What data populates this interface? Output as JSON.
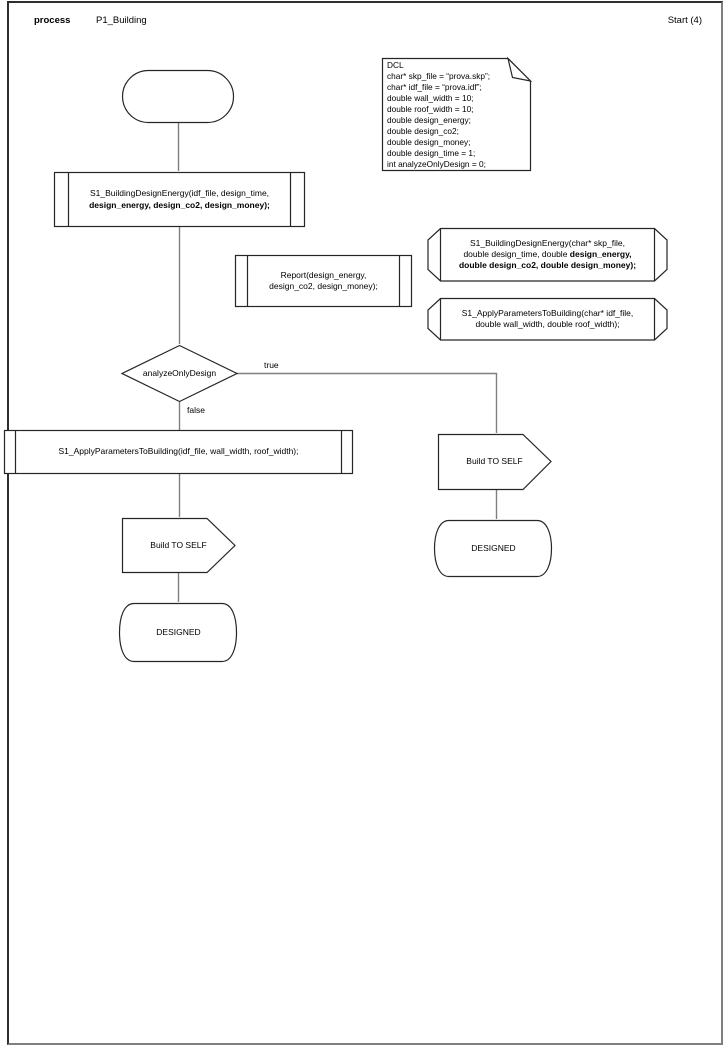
{
  "page": {
    "kind": "process",
    "name": "P1_Building",
    "corner": "Start (4)"
  },
  "colors": {
    "shape_stroke": "#262626",
    "connector": "#7f7f7f",
    "page_border": "#7f7f7f",
    "background": "#ffffff",
    "text": "#000000"
  },
  "dcl": {
    "lines": [
      "DCL",
      "char* skp_file = “prova.skp”;",
      "char* idf_file = “prova.idf”;",
      "double wall_width = 10;",
      "double roof_width = 10;",
      "double design_energy;",
      "double design_co2;",
      "double design_money;",
      "double design_time = 1;",
      "int analyzeOnlyDesign = 0;"
    ]
  },
  "call_main": {
    "line1": "S1_BuildingDesignEnergy(idf_file, design_time,",
    "line2": "design_energy, design_co2, design_money);"
  },
  "report": {
    "line1": "Report(design_energy,",
    "line2": "design_co2, design_money);"
  },
  "sig_energy": {
    "line1": "S1_BuildingDesignEnergy(char* skp_file,",
    "line2a": "double design_time, double ",
    "line2b": "design_energy,",
    "line3": "double design_co2, double design_money);"
  },
  "sig_apply": {
    "line1": "S1_ApplyParametersToBuilding(char* idf_file,",
    "line2": "double wall_width, double roof_width);"
  },
  "decision": {
    "label": "analyzeOnlyDesign",
    "true_label": "true",
    "false_label": "false"
  },
  "apply_call": {
    "label": "S1_ApplyParametersToBuilding(idf_file, wall_width, roof_width);"
  },
  "build_self_left": {
    "label": "Build TO SELF"
  },
  "build_self_right": {
    "label": "Build TO SELF"
  },
  "designed_left": {
    "label": "DESIGNED"
  },
  "designed_right": {
    "label": "DESIGNED"
  }
}
